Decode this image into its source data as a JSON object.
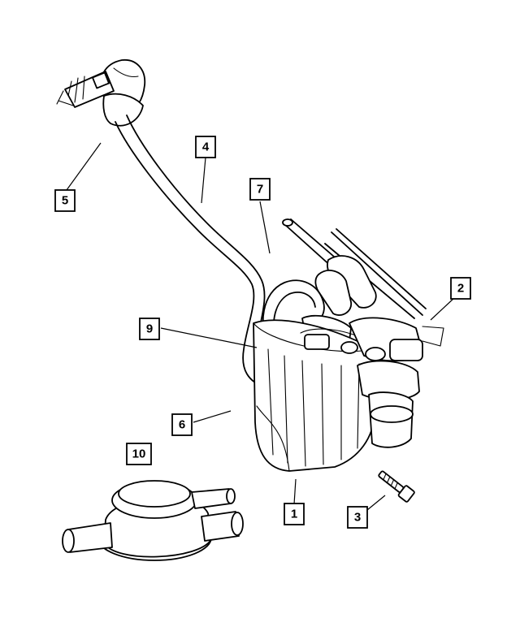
{
  "callouts": [
    {
      "id": "1",
      "label": "1"
    },
    {
      "id": "2",
      "label": "2"
    },
    {
      "id": "3",
      "label": "3"
    },
    {
      "id": "4",
      "label": "4"
    },
    {
      "id": "5",
      "label": "5"
    },
    {
      "id": "6",
      "label": "6"
    },
    {
      "id": "7",
      "label": "7"
    },
    {
      "id": "9",
      "label": "9"
    },
    {
      "id": "10",
      "label": "10"
    }
  ],
  "colors": {
    "ink": "#000000",
    "paper": "#ffffff"
  }
}
